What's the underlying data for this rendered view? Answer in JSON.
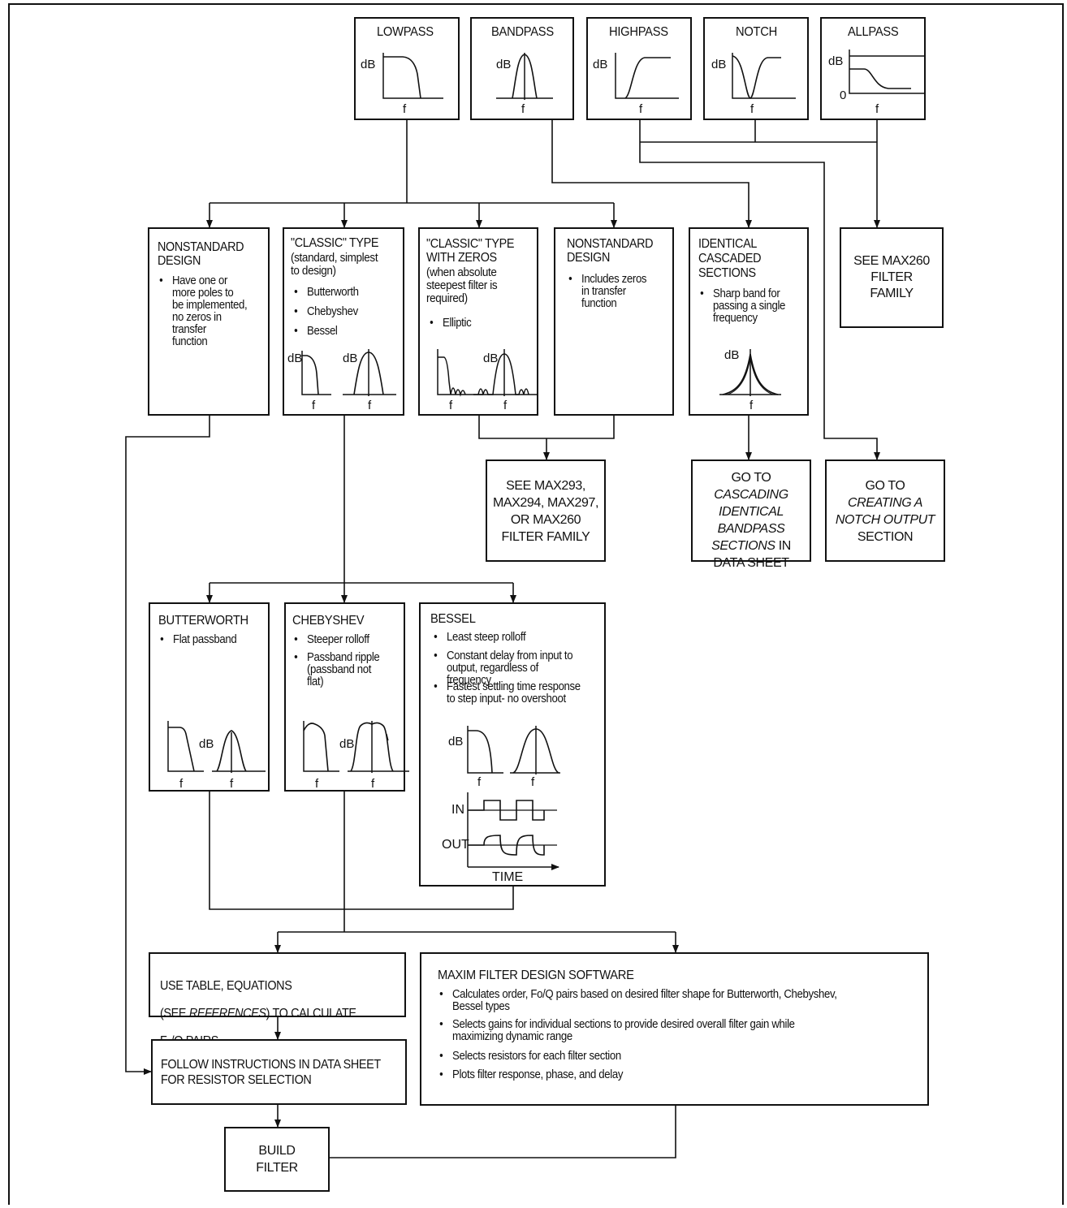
{
  "filters": {
    "lowpass": "LOWPASS",
    "bandpass": "BANDPASS",
    "highpass": "HIGHPASS",
    "notch": "NOTCH",
    "allpass": "ALLPASS"
  },
  "axis": {
    "db": "dB",
    "f": "f",
    "zero": "0",
    "in": "IN",
    "out": "OUT",
    "time": "TIME"
  },
  "nonstd1": {
    "title": "NONSTANDARD\nDESIGN",
    "bullet": "Have one or\nmore poles to\nbe implemented,\nno zeros in\ntransfer\nfunction"
  },
  "classic": {
    "title": "\"CLASSIC\" TYPE",
    "sub": "(standard, simplest\nto design)",
    "b1": "Butterworth",
    "b2": "Chebyshev",
    "b3": "Bessel"
  },
  "classic_zeros": {
    "title": "\"CLASSIC\" TYPE\nWITH ZEROS",
    "sub": "(when absolute\nsteepest filter is\nrequired)",
    "b1": "Elliptic"
  },
  "nonstd2": {
    "title": "NONSTANDARD\nDESIGN",
    "bullet": "Includes zeros\nin transfer\nfunction"
  },
  "identical": {
    "title": "IDENTICAL\nCASCADED\nSECTIONS",
    "bullet": "Sharp band for\npassing a single\nfrequency"
  },
  "see260": {
    "text": "SEE MAX260\nFILTER\nFAMILY"
  },
  "see293": {
    "text": "SEE MAX293,\nMAX294, MAX297,\nOR MAX260\nFILTER FAMILY"
  },
  "goto_cascade": {
    "l1a": "GO TO ",
    "l1b": "CASCADING",
    "l2": "IDENTICAL",
    "l3": "BANDPASS",
    "l4a": "SECTIONS",
    "l4b": " IN",
    "l5": "DATA SHEET"
  },
  "goto_notch": {
    "l1": "GO TO",
    "l2": "CREATING A",
    "l3": "NOTCH OUTPUT",
    "l4": "SECTION"
  },
  "butterworth": {
    "title": "BUTTERWORTH",
    "b1": "Flat passband"
  },
  "chebyshev": {
    "title": "CHEBYSHEV",
    "b1": "Steeper rolloff",
    "b2": "Passband ripple\n(passband not\nflat)"
  },
  "bessel": {
    "title": "BESSEL",
    "b1": "Least steep rolloff",
    "b2": "Constant delay from input to\noutput, regardless of frequency",
    "b3": "Fastest settling time response\nto step input- no overshoot"
  },
  "usetable": {
    "l1": "USE TABLE, EQUATIONS",
    "l2a": "(SEE ",
    "l2b": "REFERENCES",
    "l2c": ") TO CALCULATE",
    "l3a": "F",
    "l3b": "o",
    "l3c": "/Q PAIRS"
  },
  "software": {
    "title": "MAXIM FILTER DESIGN SOFTWARE",
    "b1": "Calculates order, Fo/Q pairs based on desired filter shape for Butterworth, Chebyshev,\nBessel types",
    "b2": "Selects gains for individual sections to provide desired overall filter gain while\nmaximizing dynamic range",
    "b3": "Selects resistors for each filter section",
    "b4": "Plots filter response, phase, and delay"
  },
  "follow": {
    "text": "FOLLOW INSTRUCTIONS IN DATA SHEET\nFOR RESISTOR SELECTION"
  },
  "build": {
    "text": "BUILD\nFILTER"
  }
}
